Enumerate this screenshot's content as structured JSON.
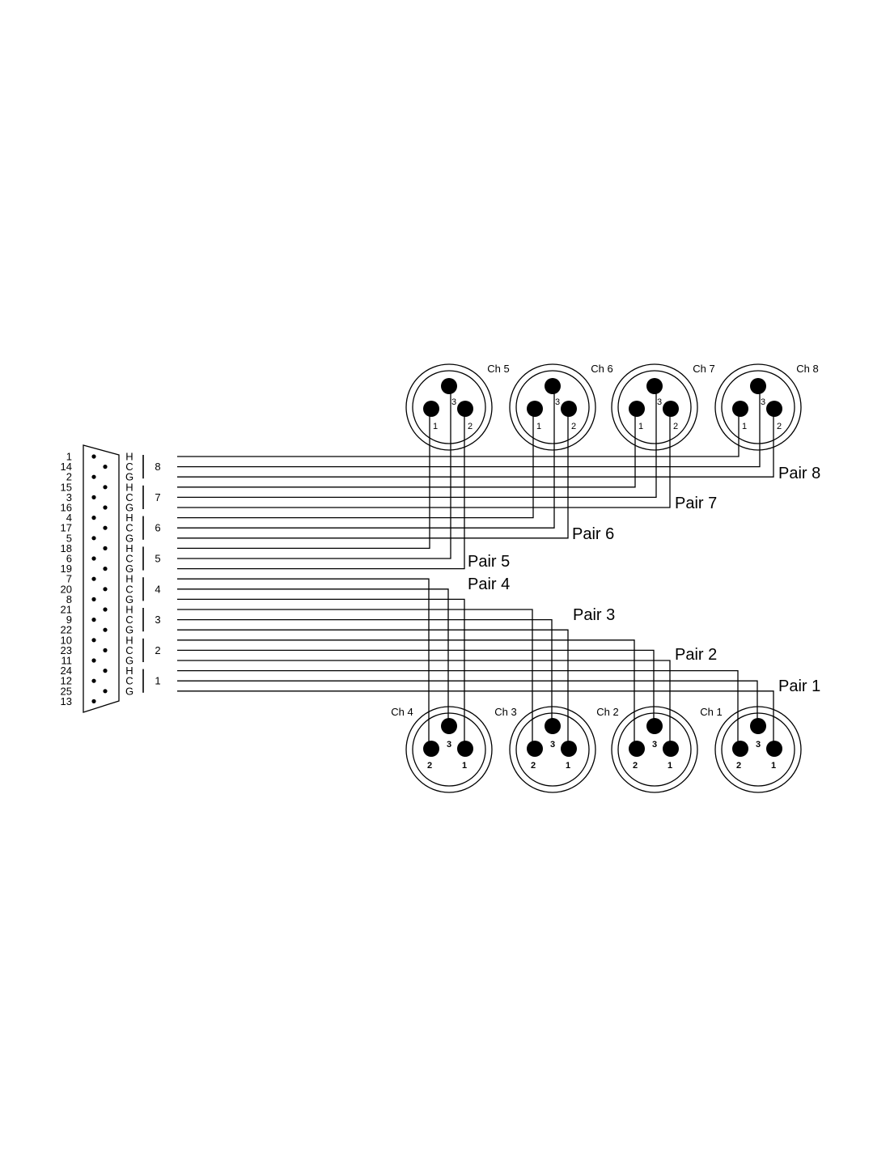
{
  "db25": {
    "pin_labels": [
      "1",
      "14",
      "2",
      "15",
      "3",
      "16",
      "4",
      "17",
      "5",
      "18",
      "6",
      "19",
      "7",
      "20",
      "8",
      "21",
      "9",
      "22",
      "10",
      "23",
      "11",
      "24",
      "12",
      "25",
      "13"
    ],
    "signal_labels": [
      "H",
      "C",
      "G",
      "H",
      "C",
      "G",
      "H",
      "C",
      "G",
      "H",
      "C",
      "G",
      "H",
      "C",
      "G",
      "H",
      "C",
      "G",
      "H",
      "C",
      "G",
      "H",
      "C",
      "G"
    ],
    "pair_numbers": [
      "8",
      "7",
      "6",
      "5",
      "4",
      "3",
      "2",
      "1"
    ]
  },
  "connectors_top": [
    {
      "channel": "Ch 5",
      "pins": [
        "3",
        "1",
        "2"
      ]
    },
    {
      "channel": "Ch 6",
      "pins": [
        "3",
        "1",
        "2"
      ]
    },
    {
      "channel": "Ch 7",
      "pins": [
        "3",
        "1",
        "2"
      ]
    },
    {
      "channel": "Ch 8",
      "pins": [
        "3",
        "1",
        "2"
      ]
    }
  ],
  "connectors_bottom": [
    {
      "channel": "Ch 4",
      "pins": [
        "3",
        "2",
        "1"
      ]
    },
    {
      "channel": "Ch 3",
      "pins": [
        "3",
        "2",
        "1"
      ]
    },
    {
      "channel": "Ch 2",
      "pins": [
        "3",
        "2",
        "1"
      ]
    },
    {
      "channel": "Ch 1",
      "pins": [
        "3",
        "2",
        "1"
      ]
    }
  ],
  "pair_labels": {
    "pair8": "Pair 8",
    "pair7": "Pair 7",
    "pair6": "Pair 6",
    "pair5": "Pair 5",
    "pair4": "Pair 4",
    "pair3": "Pair 3",
    "pair2": "Pair 2",
    "pair1": "Pair 1"
  }
}
